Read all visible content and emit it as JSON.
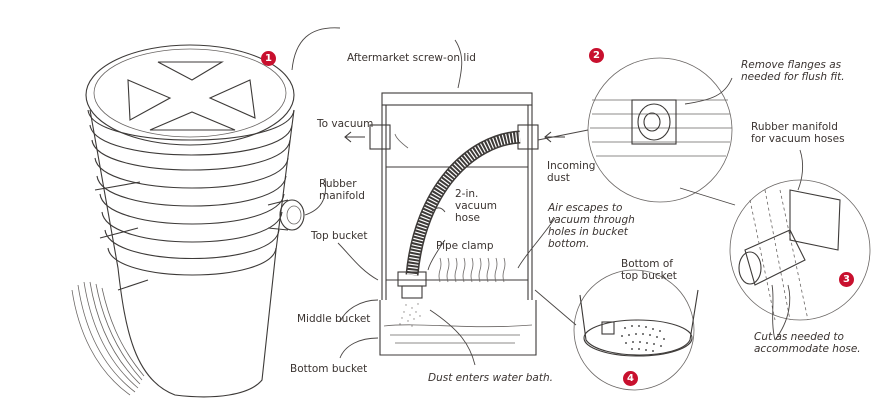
{
  "figure": {
    "type": "illustration",
    "subject": "Bucket-based cyclone dust separator with water bath",
    "colors": {
      "ink": "#3d3a38",
      "label_text": "#3a3330",
      "callout_badge": "#c8102e",
      "background": "#ffffff"
    }
  },
  "callouts": [
    {
      "number": "1",
      "refers_to": "assembled bucket stack"
    },
    {
      "number": "2",
      "refers_to": "manifold mounted on bucket"
    },
    {
      "number": "3",
      "refers_to": "rubber manifold detail"
    },
    {
      "number": "4",
      "refers_to": "bottom of top bucket detail"
    }
  ],
  "labels": {
    "lid": "Aftermarket screw-on lid",
    "to_vacuum": "To vacuum",
    "rubber_manifold": "Rubber\nmanifold",
    "top_bucket": "Top bucket",
    "middle_bucket": "Middle bucket",
    "bottom_bucket": "Bottom bucket",
    "vacuum_hose": "2-in.\nvacuum\nhose",
    "pipe_clamp": "Pipe clamp",
    "incoming_dust": "Incoming\ndust",
    "air_escapes": "Air escapes to\nvacuum through\nholes in bucket\nbottom.",
    "dust_enters": "Dust enters water bath.",
    "remove_flanges": "Remove flanges as\nneeded for flush fit.",
    "manifold_for_hoses": "Rubber manifold\nfor vacuum hoses",
    "bottom_of_top_bucket": "Bottom of\ntop bucket",
    "cut_as_needed": "Cut as needed to\naccommodate hose."
  }
}
